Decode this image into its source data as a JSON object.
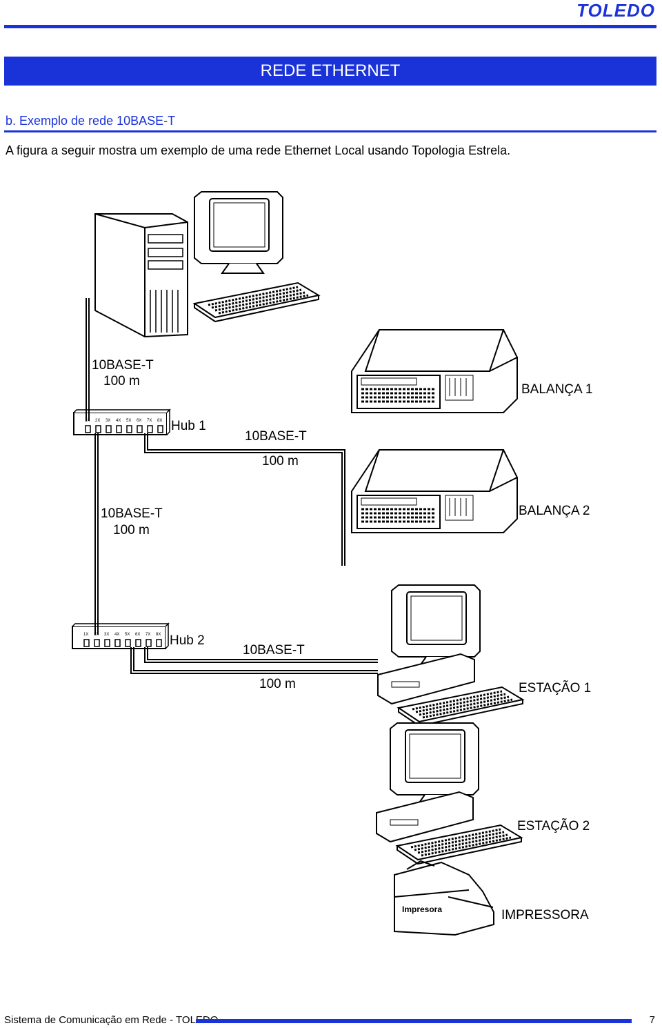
{
  "header": {
    "logo": "TOLEDO",
    "title": "REDE ETHERNET",
    "section": "b. Exemplo de rede 10BASE-T",
    "intro": "A figura a seguir mostra um exemplo de uma rede Ethernet Local usando Topologia Estrela."
  },
  "diagram": {
    "hub1": "Hub 1",
    "hub2": "Hub 2",
    "link_server_type": "10BASE-T",
    "link_server_len": "100 m",
    "link_balanca_type": "10BASE-T",
    "link_balanca_len": "100 m",
    "link_hub_type": "10BASE-T",
    "link_hub_len": "100 m",
    "link_estacao_type": "10BASE-T",
    "link_estacao_len": "100 m",
    "balanca1": "BALANÇA 1",
    "balanca2": "BALANÇA 2",
    "estacao1": "ESTAÇÃO 1",
    "estacao2": "ESTAÇÃO 2",
    "impressora": "IMPRESSORA",
    "printer_brand": "Impresora",
    "port_labels": [
      "1X",
      "2X",
      "3X",
      "4X",
      "5X",
      "6X",
      "7X",
      "8X"
    ]
  },
  "footer": {
    "text": "Sistema de Comunicação em Rede - TOLEDO",
    "page": "7"
  },
  "colors": {
    "accent": "#1a33d8"
  }
}
